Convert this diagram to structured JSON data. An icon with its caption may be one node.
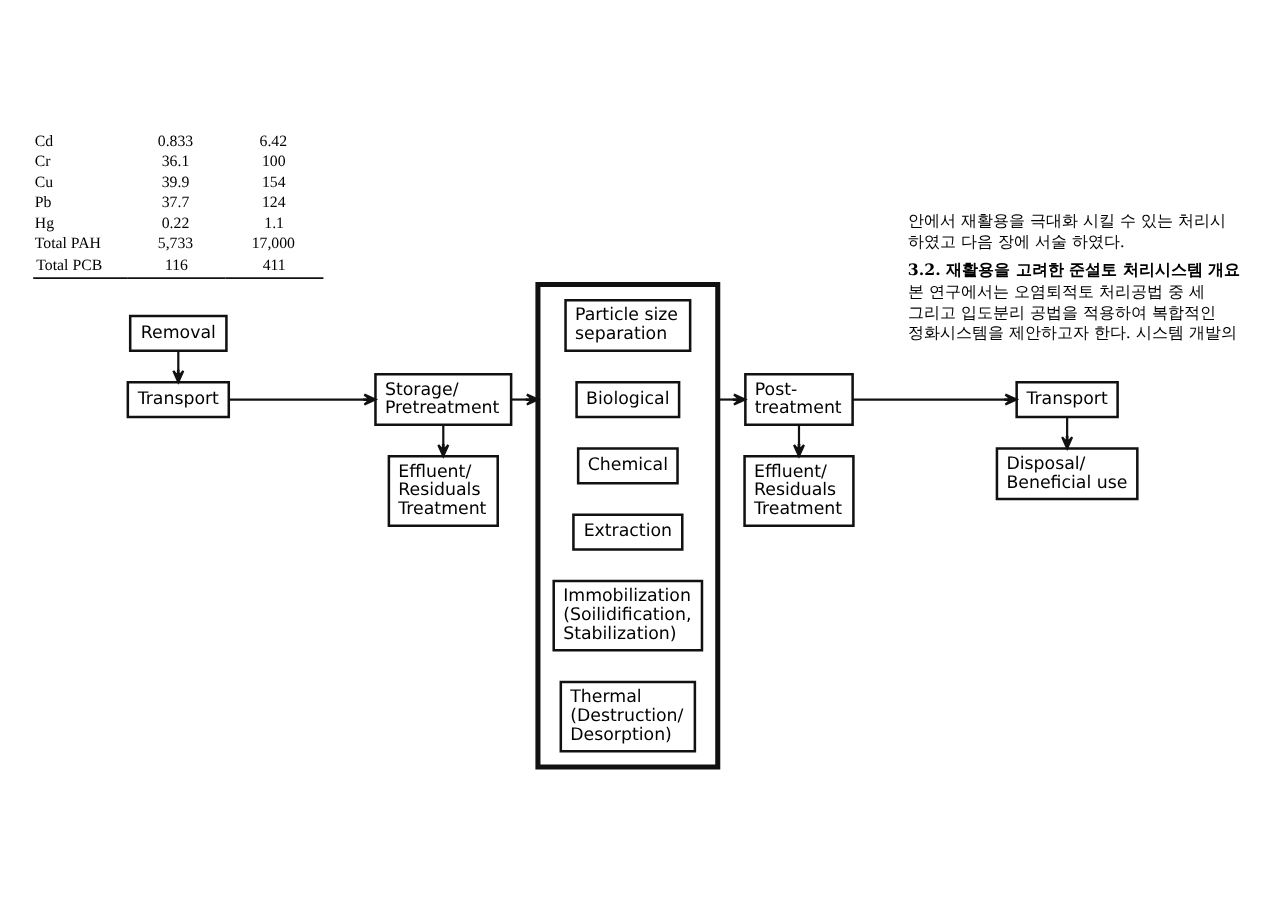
{
  "diagram": {
    "nodes": [
      {
        "text": [
          "Removal"
        ]
      },
      {
        "text": [
          "Transport"
        ]
      },
      {
        "text": [
          "Storage/ Pretreatment"
        ]
      },
      {
        "text": [
          "Effluent/ Residuals Treatment"
        ]
      },
      {
        "text": [],
        "shape": "box"
      },
      {
        "text": [
          "Particle size separation"
        ],
        "in": 4
      },
      {
        "text": [
          "Biological"
        ],
        "in": 4
      },
      {
        "text": [
          "Chemical"
        ],
        "in": 4
      },
      {
        "text": [
          "Extraction"
        ],
        "in": 4
      },
      {
        "text": [
          "Immobilization (Soilidification, Stabilization)"
        ],
        "in": 4
      },
      {
        "text": [
          "Thermal (Destruction/ Desorption)"
        ],
        "in": 4
      },
      {
        "text": [
          "Post- treatment"
        ]
      },
      {
        "text": [
          "Transport"
        ]
      },
      {
        "text": [
          "Effluent/ Residuals Treatment"
        ]
      },
      {
        "text": [
          "Disposal/ Beneficial use"
        ]
      }
    ],
    "edges": [
      {
        "from": 0,
        "to": 1,
        "arrow": "to"
      },
      {
        "from": 1,
        "to": 2,
        "arrow": "to"
      },
      {
        "from": 2,
        "to": 4,
        "arrow": "to"
      },
      {
        "from": 2,
        "to": 3,
        "arrow": "to"
      },
      {
        "from": 4,
        "to": 11,
        "arrow": "to"
      },
      {
        "from": 11,
        "to": 12,
        "arrow": "to"
      },
      {
        "from": 11,
        "to": 13,
        "arrow": "to"
      },
      {
        "from": 12,
        "to": 14,
        "arrow": "to"
      }
    ],
    "labels": [
      "Cd",
      "0.833",
      "6.42",
      "Cr",
      "36.1",
      "100",
      "Cu",
      "39.9",
      "154",
      "Pb",
      "37.7",
      "124",
      "Hg",
      "0.22",
      "1.1",
      "Total PAH",
      "5,733",
      "17,000",
      "Total PCB",
      "116",
      "411",
      "안에서 재활용을 극대화 시킬 수 있는 처리시",
      "하였고 다음 장에 서술 하였다.",
      "3.2. 재활용을 고려한 준설토 처리시스템 개요",
      "본 연구에서는 오염퇴적토 처리공법 중 세",
      "그리고 입도분리 공법을 적용하여 복합적인",
      "정화시스템을 제안하고자 한다. 시스템 개발의"
    ]
  }
}
